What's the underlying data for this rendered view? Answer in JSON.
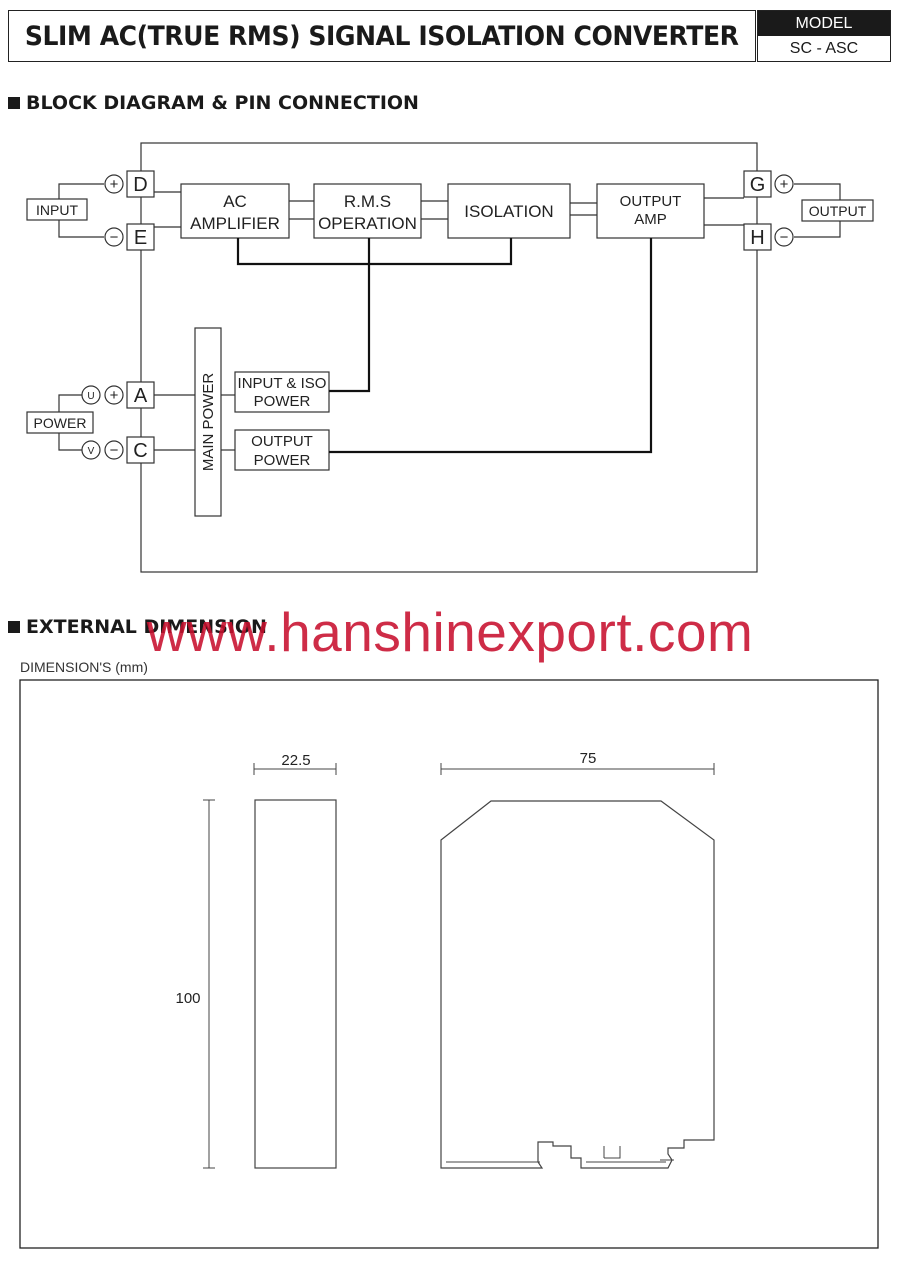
{
  "header": {
    "title": "SLIM AC(TRUE RMS) SIGNAL ISOLATION  CONVERTER",
    "model_label": "MODEL",
    "model_value": "SC - ASC"
  },
  "sections": {
    "block_diagram": "BLOCK DIAGRAM & PIN CONNECTION",
    "external_dimension": "EXTERNAL DIMENSION"
  },
  "block_diagram": {
    "pins": {
      "d": "D",
      "e": "E",
      "a": "A",
      "c": "C",
      "g": "G",
      "h": "H"
    },
    "terminals": {
      "plus": "+",
      "minus": "−",
      "u": "U",
      "v": "V"
    },
    "labels": {
      "input": "INPUT",
      "output": "OUTPUT",
      "power": "POWER"
    },
    "blocks": {
      "ac_amp_1": "AC",
      "ac_amp_2": "AMPLIFIER",
      "rms_1": "R.M.S",
      "rms_2": "OPERATION",
      "isolation": "ISOLATION",
      "out_amp_1": "OUTPUT",
      "out_amp_2": "AMP",
      "main_power": "MAIN POWER",
      "in_iso_power_1": "INPUT & ISO",
      "in_iso_power_2": "POWER",
      "out_power_1": "OUTPUT",
      "out_power_2": "POWER"
    }
  },
  "dimensions": {
    "units_label": "DIMENSION'S (mm)",
    "width": "22.5",
    "length": "75",
    "height": "100"
  },
  "watermark": "www.hanshinexport.com"
}
